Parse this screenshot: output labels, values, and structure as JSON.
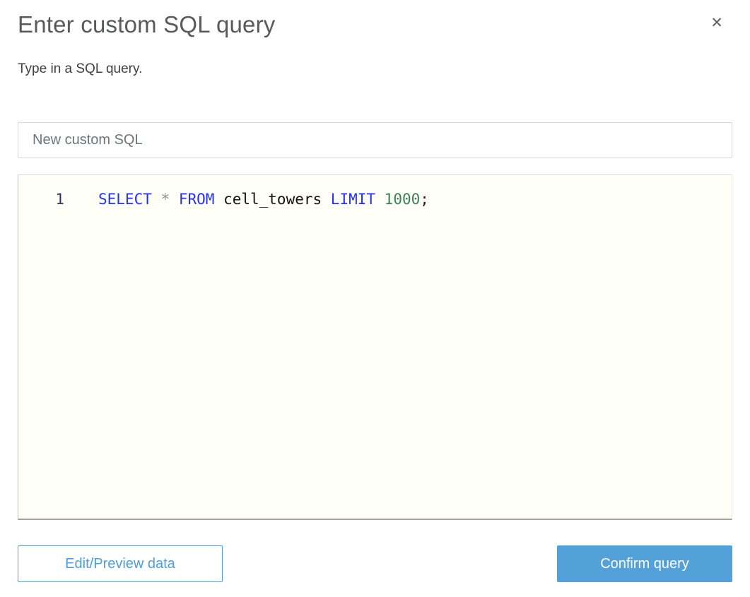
{
  "dialog": {
    "title": "Enter custom SQL query",
    "subtitle": "Type in a SQL query.",
    "close_icon_glyph": "✕"
  },
  "query_name_input": {
    "value": "New custom SQL"
  },
  "editor": {
    "sql": "SELECT * FROM cell_towers LIMIT 1000;",
    "lines": [
      {
        "number": "1",
        "tokens": [
          {
            "type": "keyword",
            "text": "SELECT"
          },
          {
            "type": "plain",
            "text": " "
          },
          {
            "type": "operator",
            "text": "*"
          },
          {
            "type": "plain",
            "text": " "
          },
          {
            "type": "keyword",
            "text": "FROM"
          },
          {
            "type": "plain",
            "text": " "
          },
          {
            "type": "identifier",
            "text": "cell_towers"
          },
          {
            "type": "plain",
            "text": " "
          },
          {
            "type": "keyword",
            "text": "LIMIT"
          },
          {
            "type": "plain",
            "text": " "
          },
          {
            "type": "number",
            "text": "1000"
          },
          {
            "type": "punct",
            "text": ";"
          }
        ]
      }
    ]
  },
  "footer": {
    "edit_preview_label": "Edit/Preview data",
    "confirm_label": "Confirm query"
  },
  "colors": {
    "primary_button": "#54a0d8",
    "outline_button": "#4c9ed9",
    "keyword_blue": "#2433f0",
    "number_green": "#398457",
    "editor_background": "#fffef7",
    "title_gray": "#595a5c"
  }
}
